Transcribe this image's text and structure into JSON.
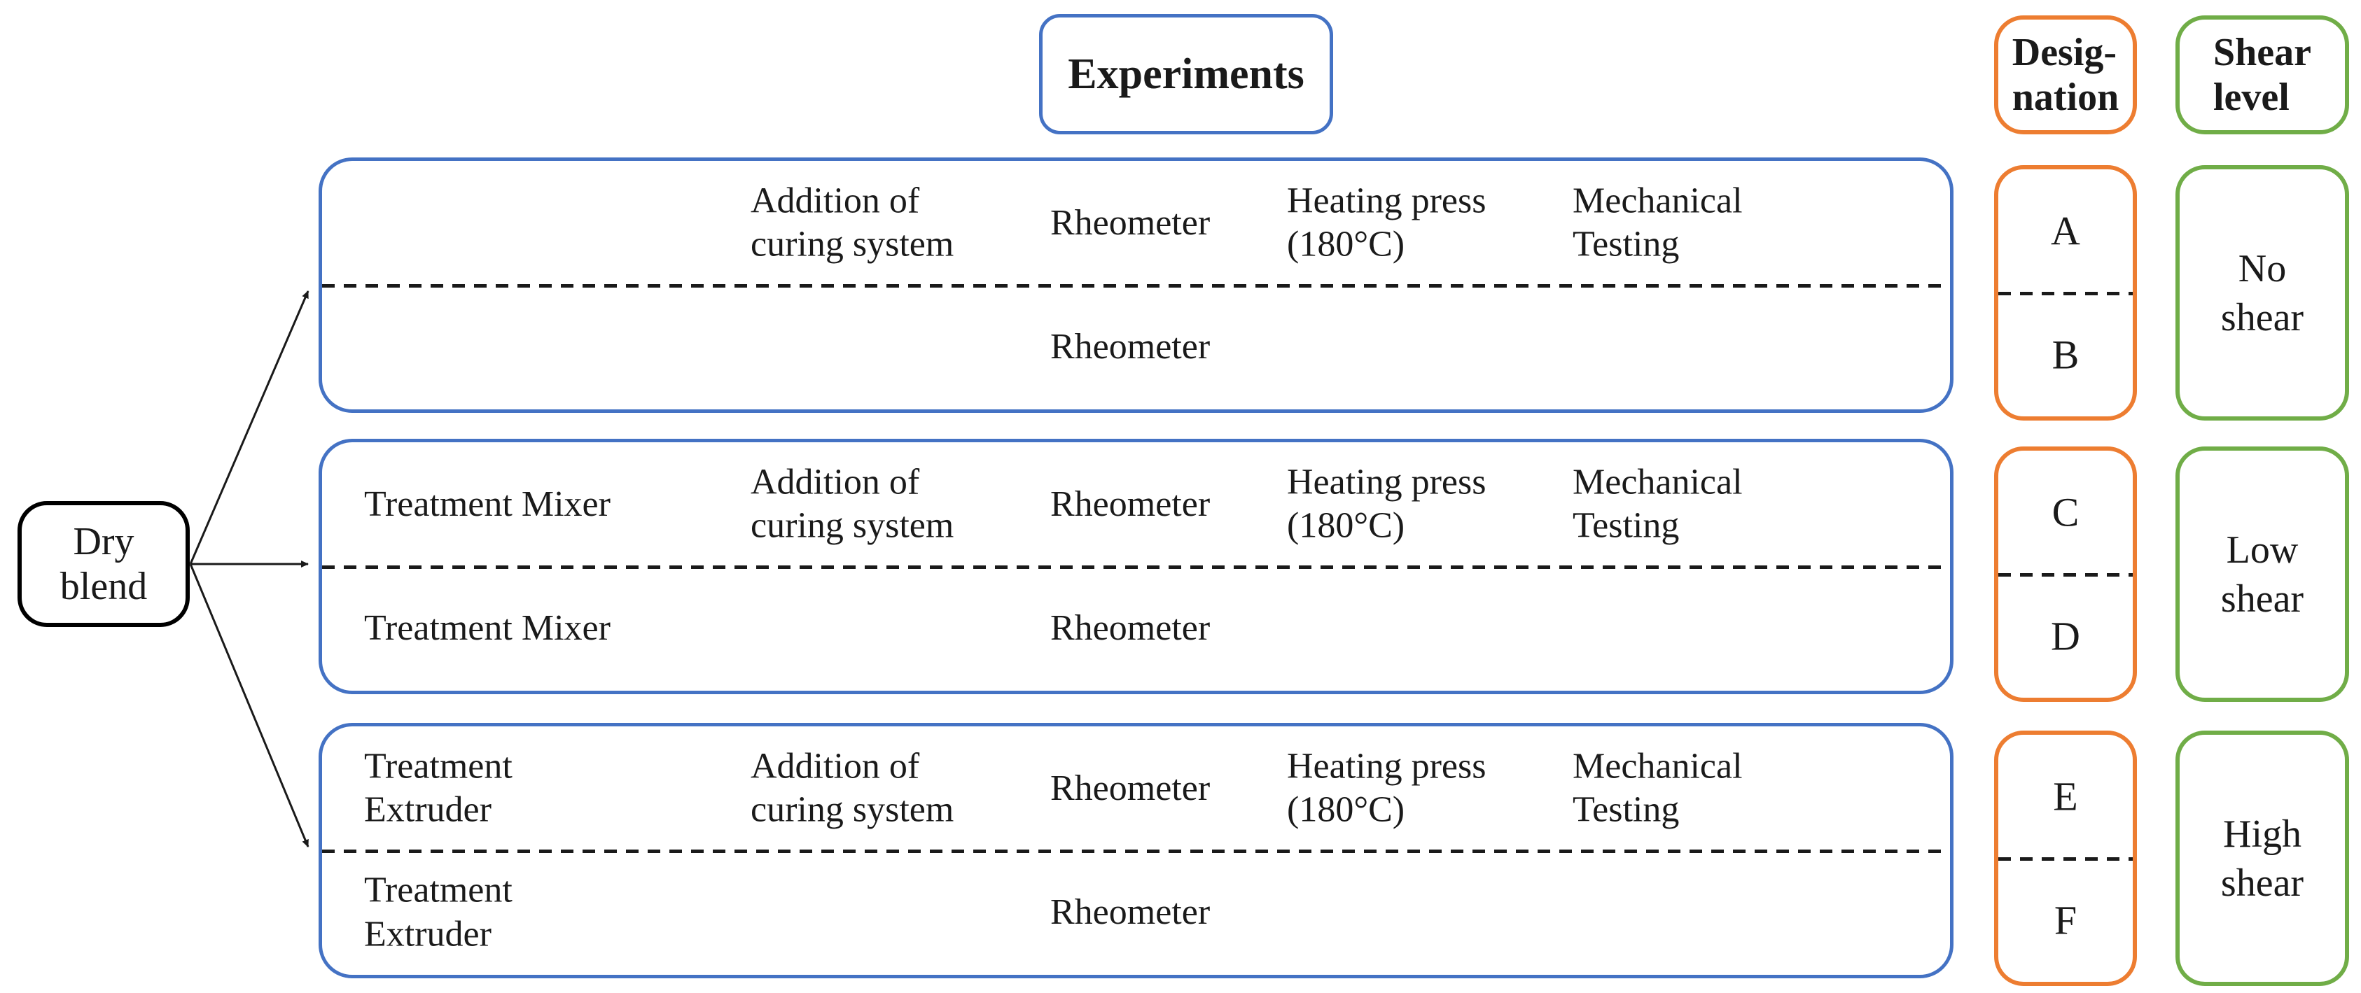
{
  "source": {
    "label": "Dry\nblend"
  },
  "headers": {
    "experiments": "Experiments",
    "designation": "Desig-\nnation",
    "shear": "Shear\nlevel"
  },
  "rows": [
    {
      "top": {
        "treatment": "",
        "curing": "Addition of\ncuring system",
        "rheometer": "Rheometer",
        "press": "Heating press\n(180°C)",
        "testing": "Mechanical\nTesting",
        "designation": "A"
      },
      "bottom": {
        "treatment": "",
        "rheometer": "Rheometer",
        "designation": "B"
      },
      "shear": "No\nshear"
    },
    {
      "top": {
        "treatment": "Treatment Mixer",
        "curing": "Addition of\ncuring system",
        "rheometer": "Rheometer",
        "press": "Heating press\n(180°C)",
        "testing": "Mechanical\nTesting",
        "designation": "C"
      },
      "bottom": {
        "treatment": "Treatment Mixer",
        "rheometer": "Rheometer",
        "designation": "D"
      },
      "shear": "Low\nshear"
    },
    {
      "top": {
        "treatment": "Treatment\nExtruder",
        "curing": "Addition of\ncuring system",
        "rheometer": "Rheometer",
        "press": "Heating press\n(180°C)",
        "testing": "Mechanical\nTesting",
        "designation": "E"
      },
      "bottom": {
        "treatment": "Treatment\nExtruder",
        "rheometer": "Rheometer",
        "designation": "F"
      },
      "shear": "High\nshear"
    }
  ],
  "colors": {
    "blue": "#4472C4",
    "orange": "#ED7D31",
    "green": "#70AD47",
    "ink": "#1a1a1a"
  }
}
